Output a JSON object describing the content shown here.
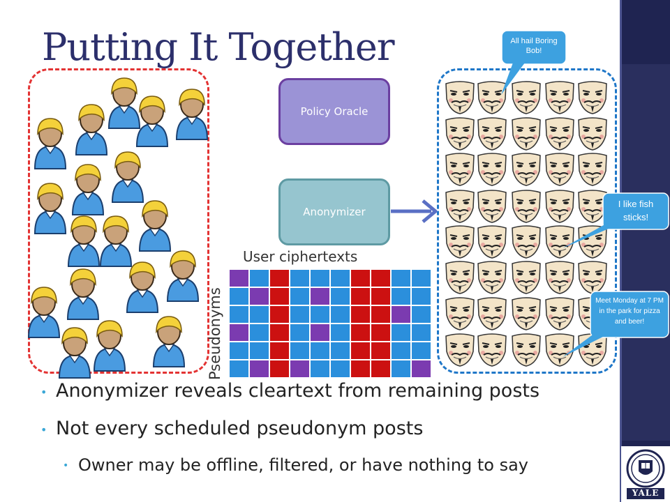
{
  "slide": {
    "title": "Putting It Together",
    "policy_oracle_label": "Policy Oracle",
    "anonymizer_label": "Anonymizer",
    "ciphertext_label": "User ciphertexts",
    "pseudonyms_label": "Pseudonyms"
  },
  "speech_bubbles": [
    {
      "text": "All hail Boring Bob!"
    },
    {
      "text": "I like fish sticks!"
    },
    {
      "text": "Meet Monday at 7 PM in the park for pizza and beer!"
    }
  ],
  "bullets": [
    {
      "text": "Anonymizer reveals cleartext from remaining posts",
      "level": 1
    },
    {
      "text": "Not every scheduled pseudonym posts",
      "level": 1
    },
    {
      "text": "Owner may be offline, filtered, or have nothing to say",
      "level": 2
    }
  ],
  "logo": {
    "text": "YALE",
    "icon": "yale-shield-icon"
  },
  "colors": {
    "title": "#2c2f6b",
    "sidebar": "#1f2451",
    "users_border": "#e33333",
    "masks_border": "#1f77c8",
    "cell_blue": "#2b8fdc",
    "cell_purple": "#7b3bb0",
    "cell_red": "#cc1111",
    "bullet": "#3aa7d6"
  },
  "ciphertext_grid": [
    [
      "purple",
      "blue",
      "red",
      "blue",
      "blue",
      "blue",
      "red",
      "red",
      "blue",
      "blue"
    ],
    [
      "blue",
      "purple",
      "red",
      "blue",
      "purple",
      "blue",
      "red",
      "red",
      "blue",
      "blue"
    ],
    [
      "blue",
      "blue",
      "red",
      "blue",
      "blue",
      "blue",
      "red",
      "red",
      "purple",
      "blue"
    ],
    [
      "purple",
      "blue",
      "red",
      "blue",
      "purple",
      "blue",
      "red",
      "red",
      "blue",
      "blue"
    ],
    [
      "blue",
      "blue",
      "red",
      "blue",
      "blue",
      "blue",
      "red",
      "red",
      "blue",
      "blue"
    ],
    [
      "blue",
      "purple",
      "red",
      "purple",
      "blue",
      "blue",
      "red",
      "red",
      "blue",
      "purple"
    ]
  ]
}
